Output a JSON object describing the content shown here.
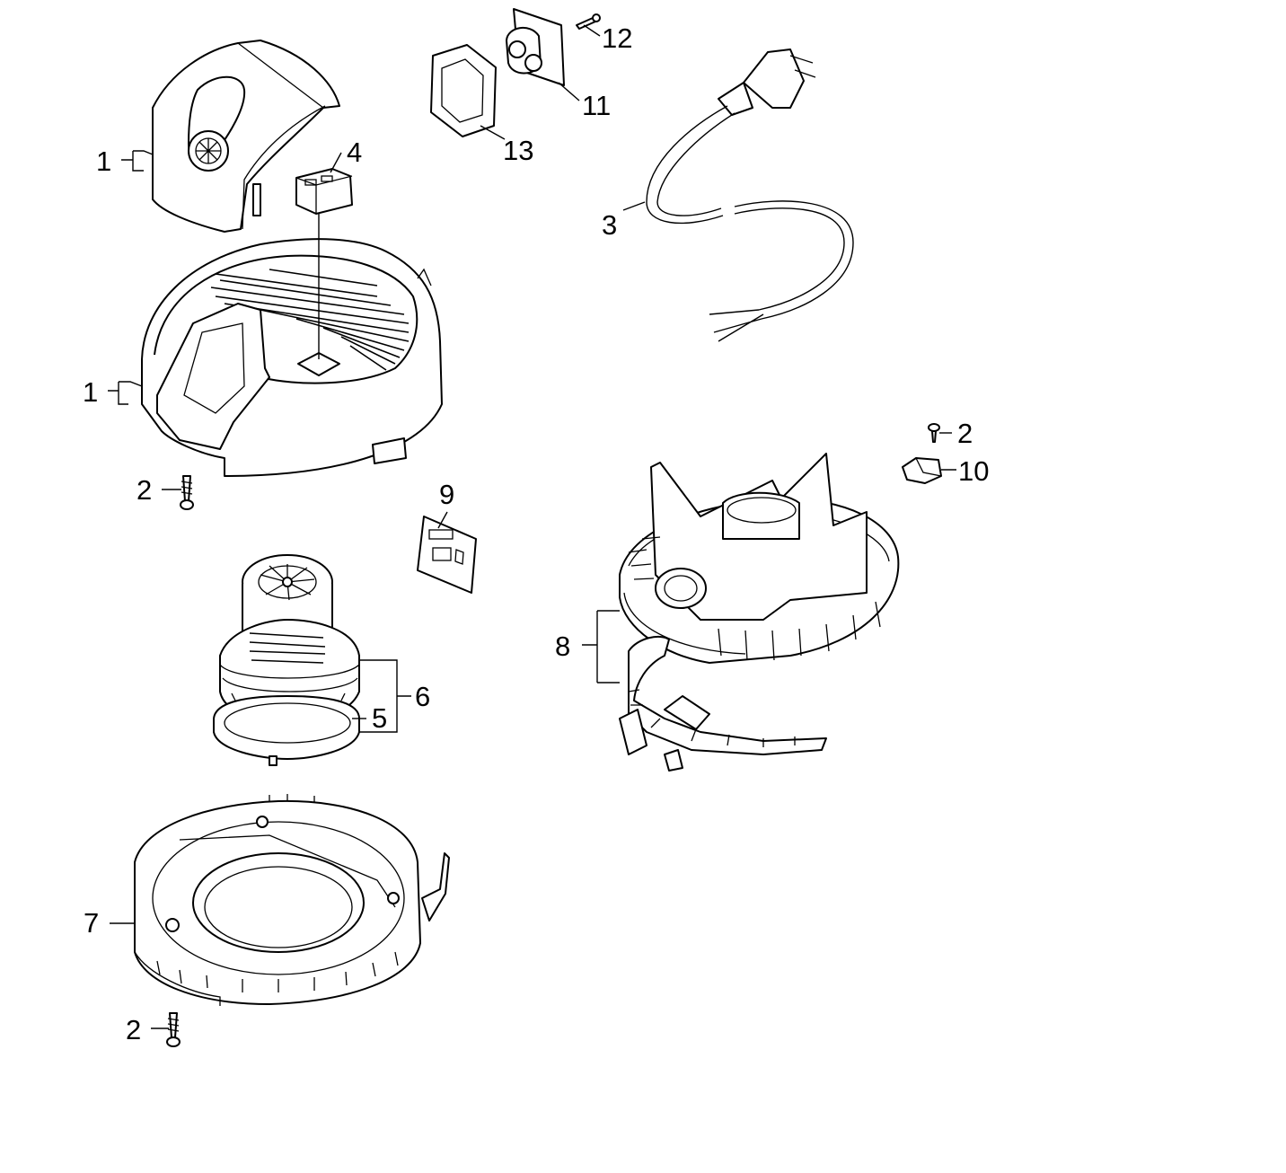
{
  "callouts": {
    "upper_cover": "1",
    "lower_housing": "1",
    "screw_top_right": "2",
    "screw_left": "2",
    "screw_bottom": "2",
    "power_cord": "3",
    "switch": "4",
    "motor_seal": "5",
    "motor": "6",
    "motor_base": "7",
    "air_guide": "8",
    "circuit_board": "9",
    "clamp": "10",
    "socket": "11",
    "socket_screw": "12",
    "socket_frame": "13"
  }
}
